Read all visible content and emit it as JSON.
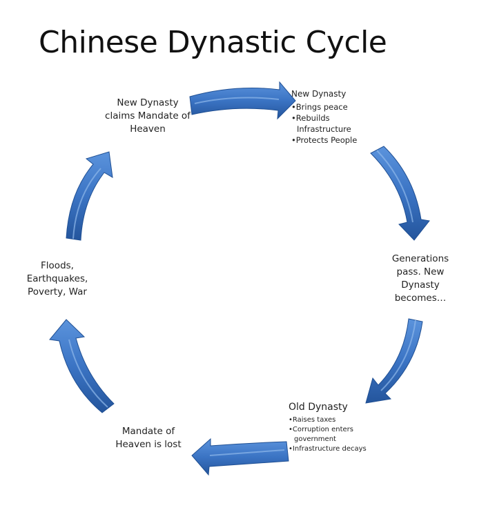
{
  "title": "Chinese Dynastic Cycle",
  "arrow_color": "#3b74c4",
  "nodes": {
    "claims_mandate": {
      "text": "New Dynasty claims Mandate of Heaven"
    },
    "new_dynasty": {
      "heading": "New Dynasty",
      "bullets": [
        "Brings peace",
        "Rebuilds Infrastructure",
        "Protects People"
      ]
    },
    "generations_pass": {
      "text": "Generations pass. New Dynasty becomes…"
    },
    "old_dynasty": {
      "heading": "Old Dynasty",
      "bullets": [
        "Raises taxes",
        "Corruption enters government",
        "Infrastructure decays"
      ]
    },
    "mandate_lost": {
      "text": "Mandate of Heaven is lost"
    },
    "disasters": {
      "text": "Floods, Earthquakes, Poverty, War"
    }
  },
  "cycle_order": [
    "claims_mandate",
    "new_dynasty",
    "generations_pass",
    "old_dynasty",
    "mandate_lost",
    "disasters"
  ]
}
